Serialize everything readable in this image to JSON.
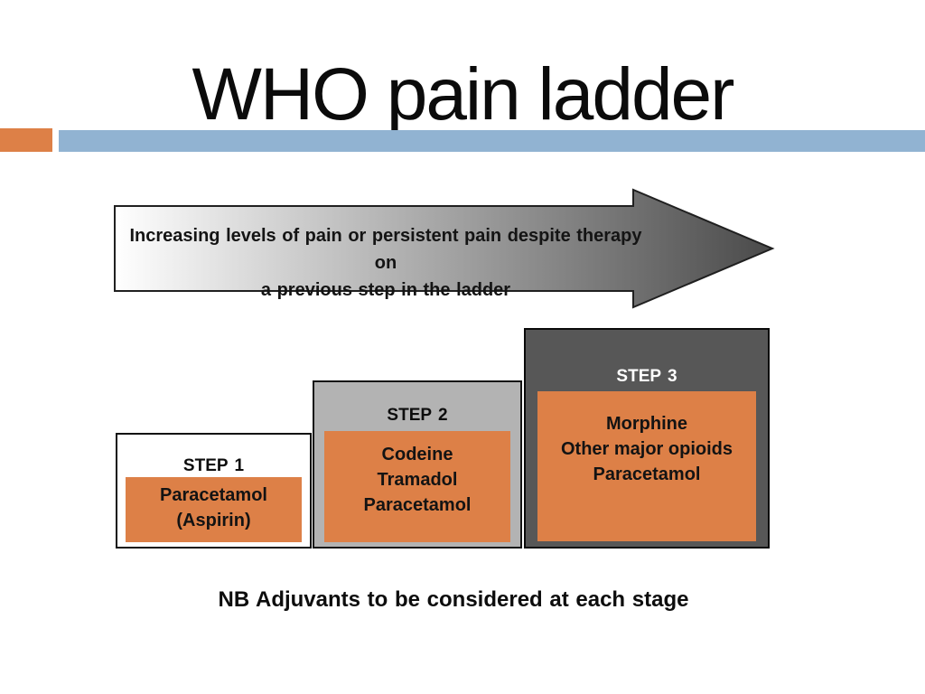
{
  "slide": {
    "title": "WHO pain ladder",
    "arrow": {
      "line1": "Increasing levels of pain or persistent pain despite therapy on",
      "line2": "a previous step in the ladder"
    },
    "steps": [
      {
        "label": "STEP 1",
        "lines": [
          "Paracetamol",
          "(Aspirin)"
        ]
      },
      {
        "label": "STEP 2",
        "lines": [
          "Codeine",
          "Tramadol",
          "Paracetamol"
        ]
      },
      {
        "label": "STEP 3",
        "lines": [
          "Morphine",
          "Other major opioids",
          "Paracetamol"
        ]
      }
    ],
    "note": "NB Adjuvants to be considered at each stage",
    "colors": {
      "accent_orange": "#dd8047",
      "band_blue": "#91b3d2",
      "step1_bg": "#ffffff",
      "step2_bg": "#b3b3b3",
      "step3_bg": "#575757",
      "arrow_gradient_start": "#ffffff",
      "arrow_gradient_end": "#4a4a4a",
      "border_dark": "#1a1a1a"
    }
  }
}
